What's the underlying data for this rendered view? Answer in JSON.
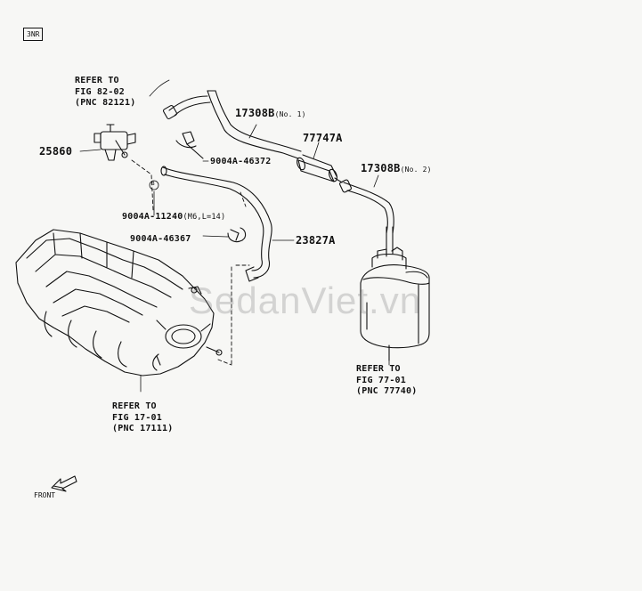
{
  "engine_code": "3NR",
  "watermark": "SedanViet.vn",
  "part_numbers": {
    "p17308b_1": "17308B",
    "p17308b_1_note": "(No. 1)",
    "p77747a": "77747A",
    "p17308b_2": "17308B",
    "p17308b_2_note": "(No. 2)",
    "p25860": "25860",
    "p9004a_46372": "9004A-46372",
    "p9004a_11240": "9004A-11240",
    "p9004a_11240_note": "(M6,L=14)",
    "p9004a_46367": "9004A-46367",
    "p23827a": "23827A",
    "callout_b": "B"
  },
  "references": {
    "fig82": [
      "REFER TO",
      "FIG 82-02",
      "(PNC 82121)"
    ],
    "fig17": [
      "REFER TO",
      "FIG 17-01",
      "(PNC 17111)"
    ],
    "fig77": [
      "REFER TO",
      "FIG 77-01",
      "(PNC 77740)"
    ]
  },
  "front_label": "FRONT"
}
